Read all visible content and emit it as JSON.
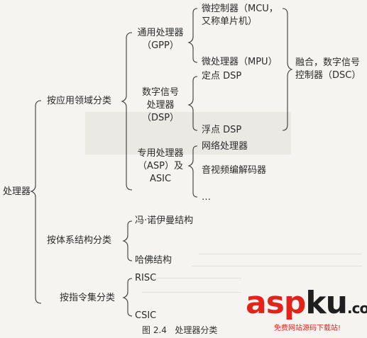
{
  "diagram": {
    "root": "处理器",
    "categories": {
      "by_application": "按应用领域分类",
      "by_architecture": "按体系结构分类",
      "by_instruction_set": "按指令集分类"
    },
    "application_types": {
      "gpp": "通用处理器\n（GPP）",
      "dsp": "数字信号\n处理器\n（DSP）",
      "asp": "专用处理器\n（ASP）及\nASIC"
    },
    "gpp_items": {
      "mcu": "微控制器（MCU，\n又称单片机）",
      "mpu": "微处理器（MPU）"
    },
    "dsp_items": {
      "fixed": "定点 DSP",
      "float": "浮点 DSP"
    },
    "asp_items": {
      "network": "网络处理器",
      "av_codec": "音视频编解码器",
      "more": "…"
    },
    "fusion": "融合，数字信号\n控制器（DSC）",
    "architecture_items": {
      "von_neumann": "冯·诺伊曼结构",
      "harvard": "哈佛结构"
    },
    "instruction_items": {
      "risc": "RISC",
      "csic": "CSIC"
    }
  },
  "caption": "图 2.4   处理器分类",
  "watermark": {
    "asp": "asp",
    "ku": "ku",
    "com": ".com",
    "tagline": "免费网站源码下载站!"
  },
  "colors": {
    "ink": "#2a2a2a",
    "watermark_red": "#e2231a"
  }
}
